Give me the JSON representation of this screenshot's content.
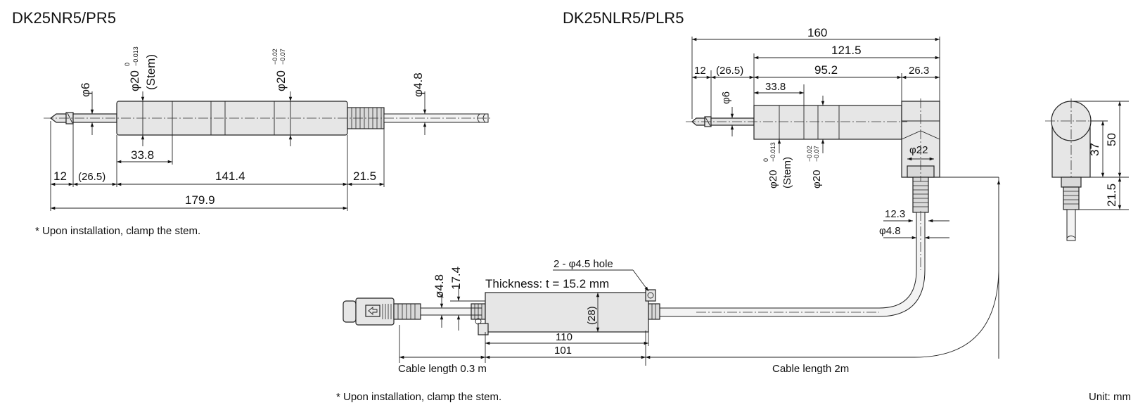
{
  "titles": {
    "left": "DK25NR5/PR5",
    "right": "DK25NLR5/PLR5"
  },
  "notes": {
    "left_install": "* Upon installation, clamp the stem.",
    "bottom_install": "* Upon installation, clamp the stem.",
    "unit": "Unit: mm"
  },
  "left_view": {
    "dia_6": "φ6",
    "dia_20_stem": "φ20",
    "dia_20_stem_tol_upper": "0",
    "dia_20_stem_tol_lower": "−0.013",
    "stem_label": "(Stem)",
    "dia_20": "φ20",
    "dia_20_tol_upper": "−0.02",
    "dia_20_tol_lower": "−0.07",
    "dia_4_8": "φ4.8",
    "d_33_8": "33.8",
    "d_12": "12",
    "d_26_5": "(26.5)",
    "d_141_4": "141.4",
    "d_21_5": "21.5",
    "d_179_9": "179.9"
  },
  "right_view": {
    "d_160": "160",
    "d_121_5": "121.5",
    "d_12": "12",
    "d_26_5": "(26.5)",
    "d_95_2": "95.2",
    "d_26_3": "26.3",
    "d_33_8": "33.8",
    "dia_6": "φ6",
    "dia_22": "φ22",
    "dia_20_stem": "φ20",
    "dia_20_stem_tol_upper": "0",
    "dia_20_stem_tol_lower": "−0.013",
    "stem_label": "(Stem)",
    "dia_20": "φ20",
    "dia_20_tol_upper": "−0.02",
    "dia_20_tol_lower": "−0.07",
    "d_12_3": "12.3",
    "dia_4_8": "φ4.8"
  },
  "side_view": {
    "d_50": "50",
    "d_37": "37",
    "d_21_5": "21.5"
  },
  "interface_box": {
    "holes": "2 - φ4.5 hole",
    "thickness": "Thickness: t = 15.2 mm",
    "d_4_8": "ø4.8",
    "d_17_4": "17.4",
    "d_28": "(28)",
    "d_110": "110",
    "d_101": "101",
    "cable_short": "Cable length 0.3 m",
    "cable_long": "Cable length 2m"
  }
}
